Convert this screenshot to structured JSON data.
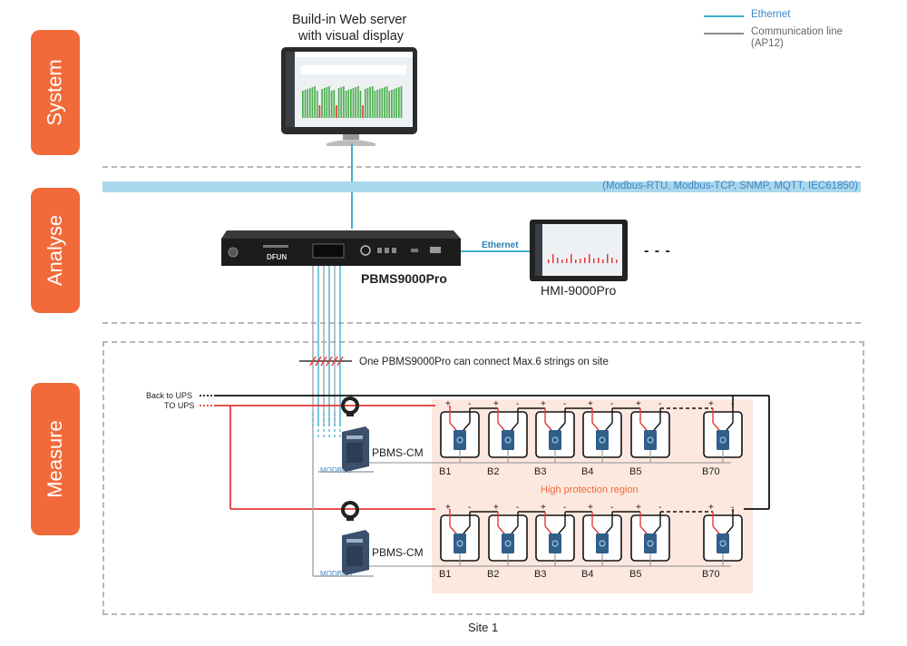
{
  "legend": {
    "ethernet": {
      "label": "Ethernet",
      "color": "#3fb0cf"
    },
    "comm": {
      "label": "Communication line\n(AP12)",
      "label_line1": "Communication line",
      "label_line2": "(AP12)",
      "color": "#8c8c8c"
    }
  },
  "layers": [
    {
      "label": "System",
      "color": "#f26a3a"
    },
    {
      "label": "Analyse",
      "color": "#f26a3a"
    },
    {
      "label": "Measure",
      "color": "#f26a3a"
    }
  ],
  "system": {
    "title_line1": "Build-in Web server",
    "title_line2": "with visual display"
  },
  "bus": {
    "protocols": "(Modbus-RTU, Modbus-TCP, SNMP, MQTT, IEC61850)",
    "color": "#a9d7ec"
  },
  "analyse": {
    "controller_label": "PBMS9000Pro",
    "controller_brand": "DFUN",
    "hmi_label": "HMI-9000Pro",
    "ethernet_link_label": "Ethernet",
    "more": "- - -"
  },
  "measure": {
    "strings_note": "One PBMS9000Pro can connect Max.6 strings on site",
    "back_to_ups": "Back to UPS",
    "to_ups": "TO UPS",
    "module_label": "PBMS-CM",
    "modbus": "MODBUS",
    "protection_region": "High protection region",
    "battery_labels": [
      "B1",
      "B2",
      "B3",
      "B4",
      "B5",
      "B70"
    ],
    "polarity_plus": "+",
    "polarity_minus": "-"
  },
  "site_label": "Site 1",
  "colors": {
    "accent": "#f26a3a",
    "ethernet": "#3fb0cf",
    "positive": "#e53935",
    "negative": "#111111",
    "protection": "#fde8df"
  }
}
